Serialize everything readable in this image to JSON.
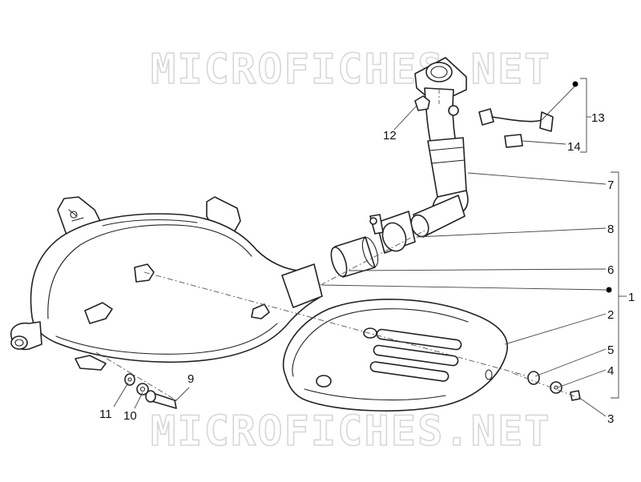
{
  "watermark": {
    "text": "MICROFICHES.NET",
    "color": "#d7d7d7"
  },
  "diagram": {
    "line_color": "#222222",
    "callouts": [
      {
        "id": "1",
        "label": "1"
      },
      {
        "id": "2",
        "label": "2"
      },
      {
        "id": "3",
        "label": "3"
      },
      {
        "id": "4",
        "label": "4"
      },
      {
        "id": "5",
        "label": "5"
      },
      {
        "id": "6",
        "label": "6"
      },
      {
        "id": "7",
        "label": "7"
      },
      {
        "id": "8",
        "label": "8"
      },
      {
        "id": "9",
        "label": "9"
      },
      {
        "id": "10",
        "label": "10"
      },
      {
        "id": "11",
        "label": "11"
      },
      {
        "id": "12",
        "label": "12"
      },
      {
        "id": "13",
        "label": "13"
      },
      {
        "id": "14",
        "label": "14"
      }
    ]
  }
}
